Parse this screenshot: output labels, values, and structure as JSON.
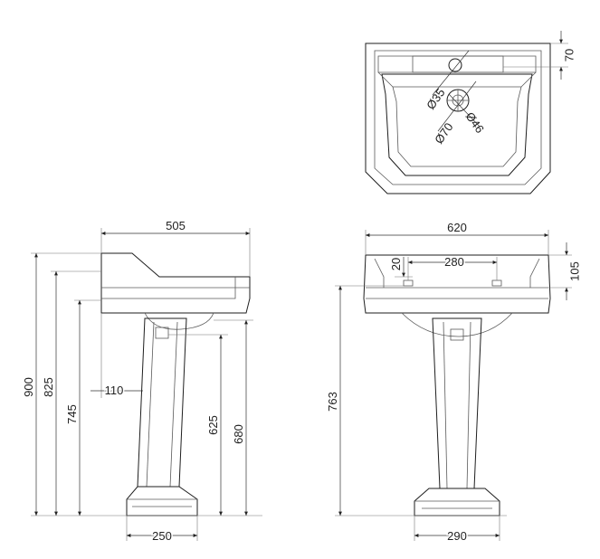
{
  "dimensions": {
    "top_view": {
      "tap_offset": "70",
      "tap_hole": "Ø35",
      "waste_hole": "Ø70",
      "waste_outlet": "Ø46"
    },
    "side_view": {
      "depth": "505",
      "height_900": "900",
      "height_825": "825",
      "height_745": "745",
      "pedestal_offset": "110",
      "height_625": "625",
      "height_680": "680",
      "base_width": "250"
    },
    "front_view": {
      "width": "620",
      "overflow_drop": "20",
      "overflow_spacing": "280",
      "basin_depth": "105",
      "height_763": "763",
      "base_width": "290"
    }
  }
}
